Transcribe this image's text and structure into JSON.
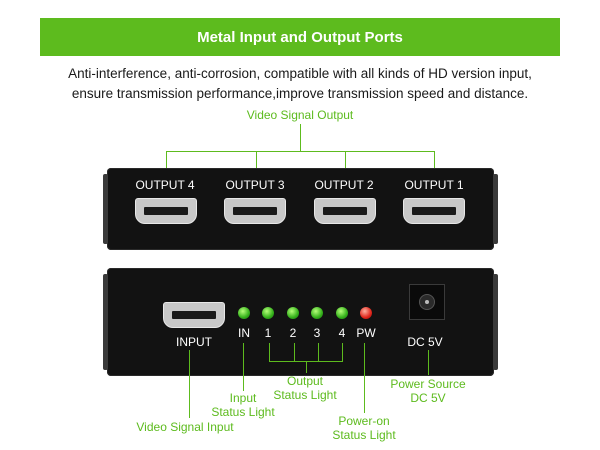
{
  "banner": {
    "title": "Metal Input and Output Ports"
  },
  "description": {
    "line1": "Anti-interference, anti-corrosion, compatible with all kinds of HD version input,",
    "line2": "ensure transmission performance,improve transmission speed and distance."
  },
  "top_device": {
    "callout": "Video Signal Output",
    "ports": [
      "OUTPUT 4",
      "OUTPUT 3",
      "OUTPUT 2",
      "OUTPUT 1"
    ]
  },
  "bottom_device": {
    "input_label": "INPUT",
    "led_labels": [
      "IN",
      "1",
      "2",
      "3",
      "4",
      "PW"
    ],
    "dc_label": "DC 5V",
    "callouts": {
      "video_input": "Video Signal Input",
      "input_status_1": "Input",
      "input_status_2": "Status Light",
      "output_status_1": "Output",
      "output_status_2": "Status Light",
      "power_on_1": "Power-on",
      "power_on_2": "Status Light",
      "power_source_1": "Power Source",
      "power_source_2": "DC 5V"
    }
  },
  "colors": {
    "accent": "#5dbb1e",
    "device": "#121212",
    "led_green": "#33b01a",
    "led_red": "#e0241a"
  }
}
